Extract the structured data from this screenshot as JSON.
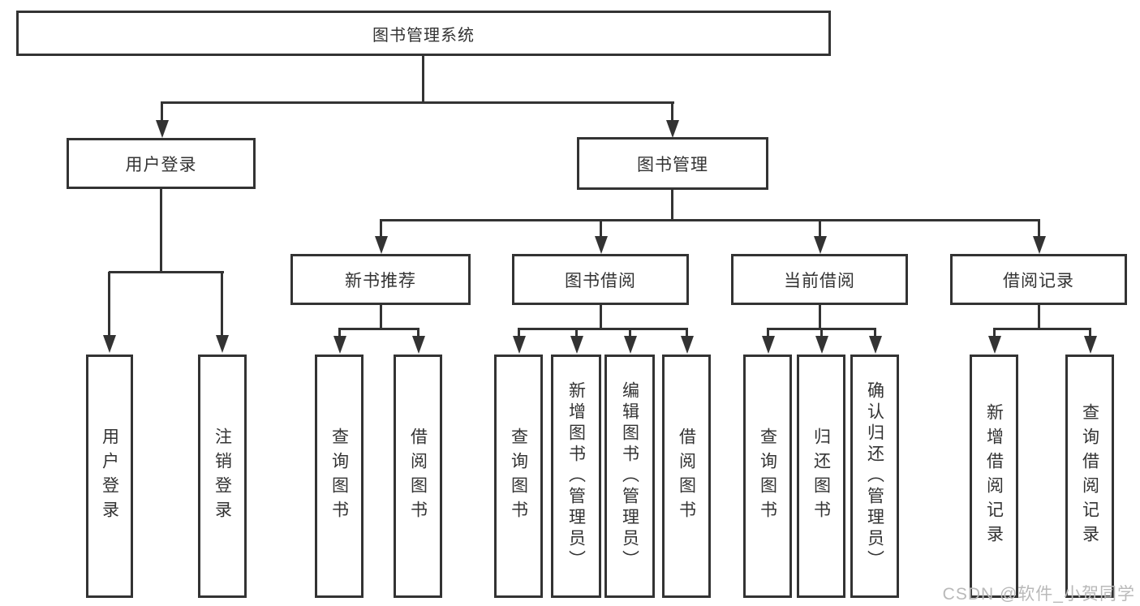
{
  "colors": {
    "line": "#333333",
    "text": "#333333",
    "box-bg": "#ffffff",
    "canvas-bg": "#ffffff",
    "watermark": "#b9b9b9"
  },
  "watermark": {
    "text": "CSDN @软件_小贺同学"
  },
  "tree": {
    "root": {
      "label": "图书管理系统",
      "children": [
        {
          "label": "用户登录",
          "children": [
            {
              "label": "用户登录"
            },
            {
              "label": "注销登录"
            }
          ]
        },
        {
          "label": "图书管理",
          "children": [
            {
              "label": "新书推荐",
              "children": [
                {
                  "label": "查询图书"
                },
                {
                  "label": "借阅图书"
                }
              ]
            },
            {
              "label": "图书借阅",
              "children": [
                {
                  "label": "查询图书"
                },
                {
                  "label": "新增图书（管理员）"
                },
                {
                  "label": "编辑图书（管理员）"
                },
                {
                  "label": "借阅图书"
                }
              ]
            },
            {
              "label": "当前借阅",
              "children": [
                {
                  "label": "查询图书"
                },
                {
                  "label": "归还图书"
                },
                {
                  "label": "确认归还（管理员）"
                }
              ]
            },
            {
              "label": "借阅记录",
              "children": [
                {
                  "label": "新增借阅记录"
                },
                {
                  "label": "查询借阅记录"
                }
              ]
            }
          ]
        }
      ]
    }
  }
}
